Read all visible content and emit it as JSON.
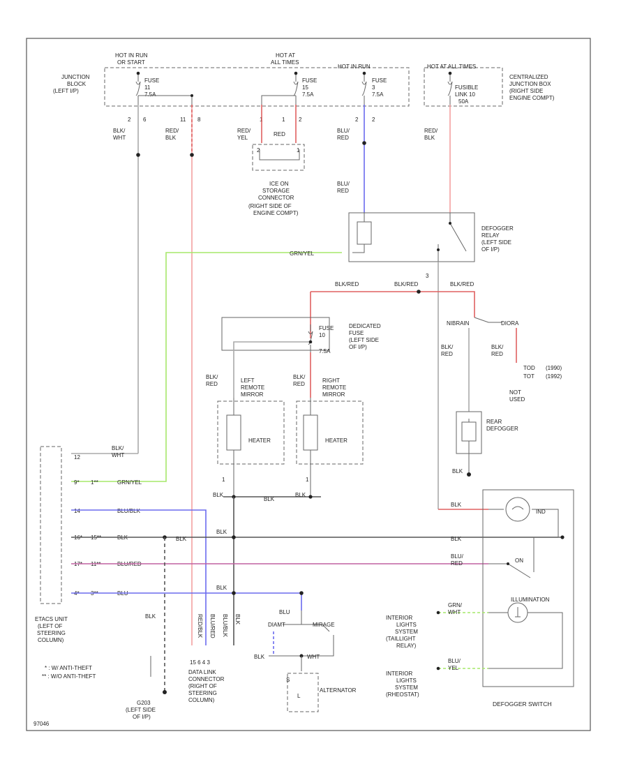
{
  "diagram_id": "97046",
  "colors": {
    "border": "#555555",
    "black_wire": "#555555",
    "red_wire": "#e06060",
    "blue_wire": "#6a6aee",
    "green_wire": "#a6e86a",
    "purple_wire": "#c060a0"
  },
  "fuse_box": {
    "hot_run_title_1": "HOT IN RUN",
    "hot_run_title_2": "OR START",
    "hot_all_title_1": "HOT AT",
    "hot_all_title_2": "ALL TIMES",
    "hot_run2_title": "HOT IN RUN",
    "hot_fl_title": "HOT AT ALL TIMES",
    "junction_block_1": "JUNCTION",
    "junction_block_2": "BLOCK",
    "junction_block_3": "(LEFT I/P)",
    "fuse11_1": "FUSE",
    "fuse11_2": "11",
    "fuse11_3": "7.5A",
    "fuse15_1": "FUSE",
    "fuse15_2": "15",
    "fuse15_3": "7.5A",
    "fuse3_1": "FUSE",
    "fuse3_2": "3",
    "fuse3_3": "7.5A",
    "fl_1": "FUSIBLE",
    "fl_2": "LINK 10",
    "fl_3": "50A",
    "cjb_1": "CENTRALIZED",
    "cjb_2": "JUNCTION BOX",
    "cjb_3": "(RIGHT SIDE",
    "cjb_4": "ENGINE COMPT)",
    "pin_2a": "2",
    "pin_6": "6",
    "pin_11": "11",
    "pin_8": "8",
    "pin_1a": "1",
    "pin_1b": "1",
    "pin_2b": "2",
    "pin_2c": "2",
    "pin_2d": "2"
  },
  "wires_top": {
    "blk_wht_1": "BLK/",
    "blk_wht_2": "WHT",
    "red_blk_1": "RED/",
    "red_blk_2": "BLK",
    "red_yel_1": "RED/",
    "red_yel_2": "YEL",
    "red": "RED",
    "blu_red_1": "BLU/",
    "blu_red_2": "RED",
    "blu_red_b1": "BLU/",
    "blu_red_b2": "RED",
    "fl_red_blk_1": "RED/",
    "fl_red_blk_2": "BLK"
  },
  "storage_connector": {
    "lines": [
      "ICE ON",
      "STORAGE",
      "CONNECTOR",
      "(RIGHT SIDE OF",
      "ENGINE COMPT)"
    ],
    "pin_a": "2",
    "pin_b": "1"
  },
  "defog_relay": {
    "lines": [
      "DEFOGGER",
      "RELAY",
      "(LEFT SIDE",
      "OF I/P)"
    ],
    "grn_yel": "GRN/YEL",
    "pin_3": "3",
    "blk_red_w": "BLK/RED"
  },
  "dedicated_fuse": {
    "lines": [
      "DEDICATED",
      "FUSE",
      "(LEFT SIDE",
      "OF I/P)"
    ],
    "f_1": "FUSE",
    "f_2": "10",
    "f_3": "7.5A",
    "blk_red_left": "BLK/RED",
    "blk_red_right": "BLK/RED"
  },
  "defog_branch": {
    "nibrain": "NIBRAIN",
    "diora": "DIORA",
    "blk_red_a1": "BLK/",
    "blk_red_a2": "RED",
    "blk_red_b1": "BLK/",
    "blk_red_b2": "RED",
    "tod_1": "TOD",
    "tod_2": "TOT",
    "yr_1": "(1990)",
    "yr_2": "(1992)",
    "not_1": "NOT",
    "not_2": "USED",
    "rear_1": "REAR",
    "rear_2": "DEFOGGER",
    "blk": "BLK"
  },
  "mirrors": {
    "left_wire_1": "BLK/",
    "left_wire_2": "RED",
    "right_wire_1": "BLK/",
    "right_wire_2": "RED",
    "left_1": "LEFT",
    "left_2": "REMOTE",
    "left_3": "MIRROR",
    "right_1": "RIGHT",
    "right_2": "REMOTE",
    "right_3": "MIRROR",
    "heater_l": "HEATER",
    "heater_r": "HEATER",
    "pin_l": "1",
    "pin_r": "1",
    "blk_l": "BLK",
    "blk_mid": "BLK",
    "blk_r": "BLK"
  },
  "etacs": {
    "lines": [
      "ETACS UNIT",
      "(LEFT OF",
      "STEERING",
      "COLUMN)"
    ],
    "note_1": "* : W/ ANTI-THEFT",
    "note_2": "** : W/O ANTI-THEFT",
    "p_12": "12",
    "p_9a": "9*",
    "p_1a": "1**",
    "p_14": "14",
    "p_16": "16*",
    "p_15": "15**",
    "p_17": "17*",
    "p_11": "11**",
    "p_4": "4*",
    "p_3": "3**",
    "w_blk_wht_1": "BLK/",
    "w_blk_wht_2": "WHT",
    "w_grn_yel": "GRN/YEL",
    "w_blu_blk": "BLU/BLK",
    "w_blk": "BLK",
    "w_blu_red": "BLU/RED",
    "w_blu": "BLU"
  },
  "bus_labels": {
    "blk_a": "BLK",
    "blk_b": "BLK",
    "blk_c": "BLK",
    "blk_d": "BLK",
    "blk_e": "BLK",
    "blu_red_1": "BLU/",
    "blu_red_2": "RED",
    "grn_1": "GRN/",
    "grn_2": "WHT",
    "blu_yel_1": "BLU/",
    "blu_yel_2": "YEL"
  },
  "ground": {
    "lines": [
      "G203",
      "(LEFT SIDE",
      "OF I/P)"
    ],
    "blk": "BLK"
  },
  "datalink": {
    "pins": "15  6  4  3",
    "lines": [
      "DATA LINK",
      "CONNECTOR",
      "(RIGHT OF",
      "STEERING",
      "COLUMN)"
    ],
    "vert_1": "RED/BLK",
    "vert_2": "BLU/RED",
    "vert_3": "BLU/BLK",
    "vert_4": "BLK"
  },
  "alternator": {
    "blu": "BLU",
    "diamond": "DIAMT",
    "mirage": "MIRAGE",
    "blk": "BLK",
    "wht": "WHT",
    "pin_s": "S",
    "pin_l": "L",
    "label": "ALTERNATOR"
  },
  "switch": {
    "ind": "IND",
    "on": "ON",
    "illum": "ILLUMINATION",
    "title": "DEFOGGER SWITCH",
    "int_a": [
      "INTERIOR",
      "LIGHTS",
      "SYSTEM",
      "(TAILLIGHT",
      "RELAY)"
    ],
    "int_b": [
      "INTERIOR",
      "LIGHTS",
      "SYSTEM",
      "(RHEOSTAT)"
    ]
  }
}
